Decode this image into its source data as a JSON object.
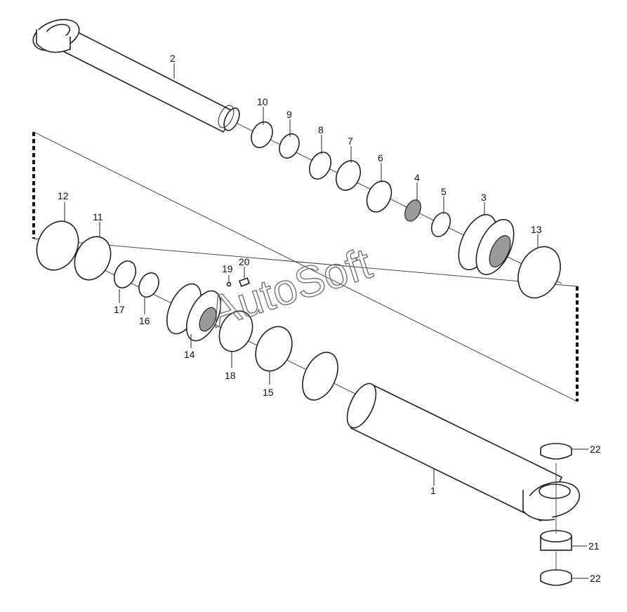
{
  "watermark": "AutoSoft",
  "callouts": [
    {
      "id": "1",
      "label": "1"
    },
    {
      "id": "2",
      "label": "2"
    },
    {
      "id": "3",
      "label": "3"
    },
    {
      "id": "4",
      "label": "4"
    },
    {
      "id": "5",
      "label": "5"
    },
    {
      "id": "6",
      "label": "6"
    },
    {
      "id": "7",
      "label": "7"
    },
    {
      "id": "8",
      "label": "8"
    },
    {
      "id": "9",
      "label": "9"
    },
    {
      "id": "10",
      "label": "10"
    },
    {
      "id": "11",
      "label": "11"
    },
    {
      "id": "12",
      "label": "12"
    },
    {
      "id": "13",
      "label": "13"
    },
    {
      "id": "14",
      "label": "14"
    },
    {
      "id": "15",
      "label": "15"
    },
    {
      "id": "16",
      "label": "16"
    },
    {
      "id": "17",
      "label": "17"
    },
    {
      "id": "18",
      "label": "18"
    },
    {
      "id": "19",
      "label": "19"
    },
    {
      "id": "20",
      "label": "20"
    },
    {
      "id": "21",
      "label": "21"
    },
    {
      "id": "22a",
      "label": "22"
    },
    {
      "id": "22b",
      "label": "22"
    }
  ]
}
